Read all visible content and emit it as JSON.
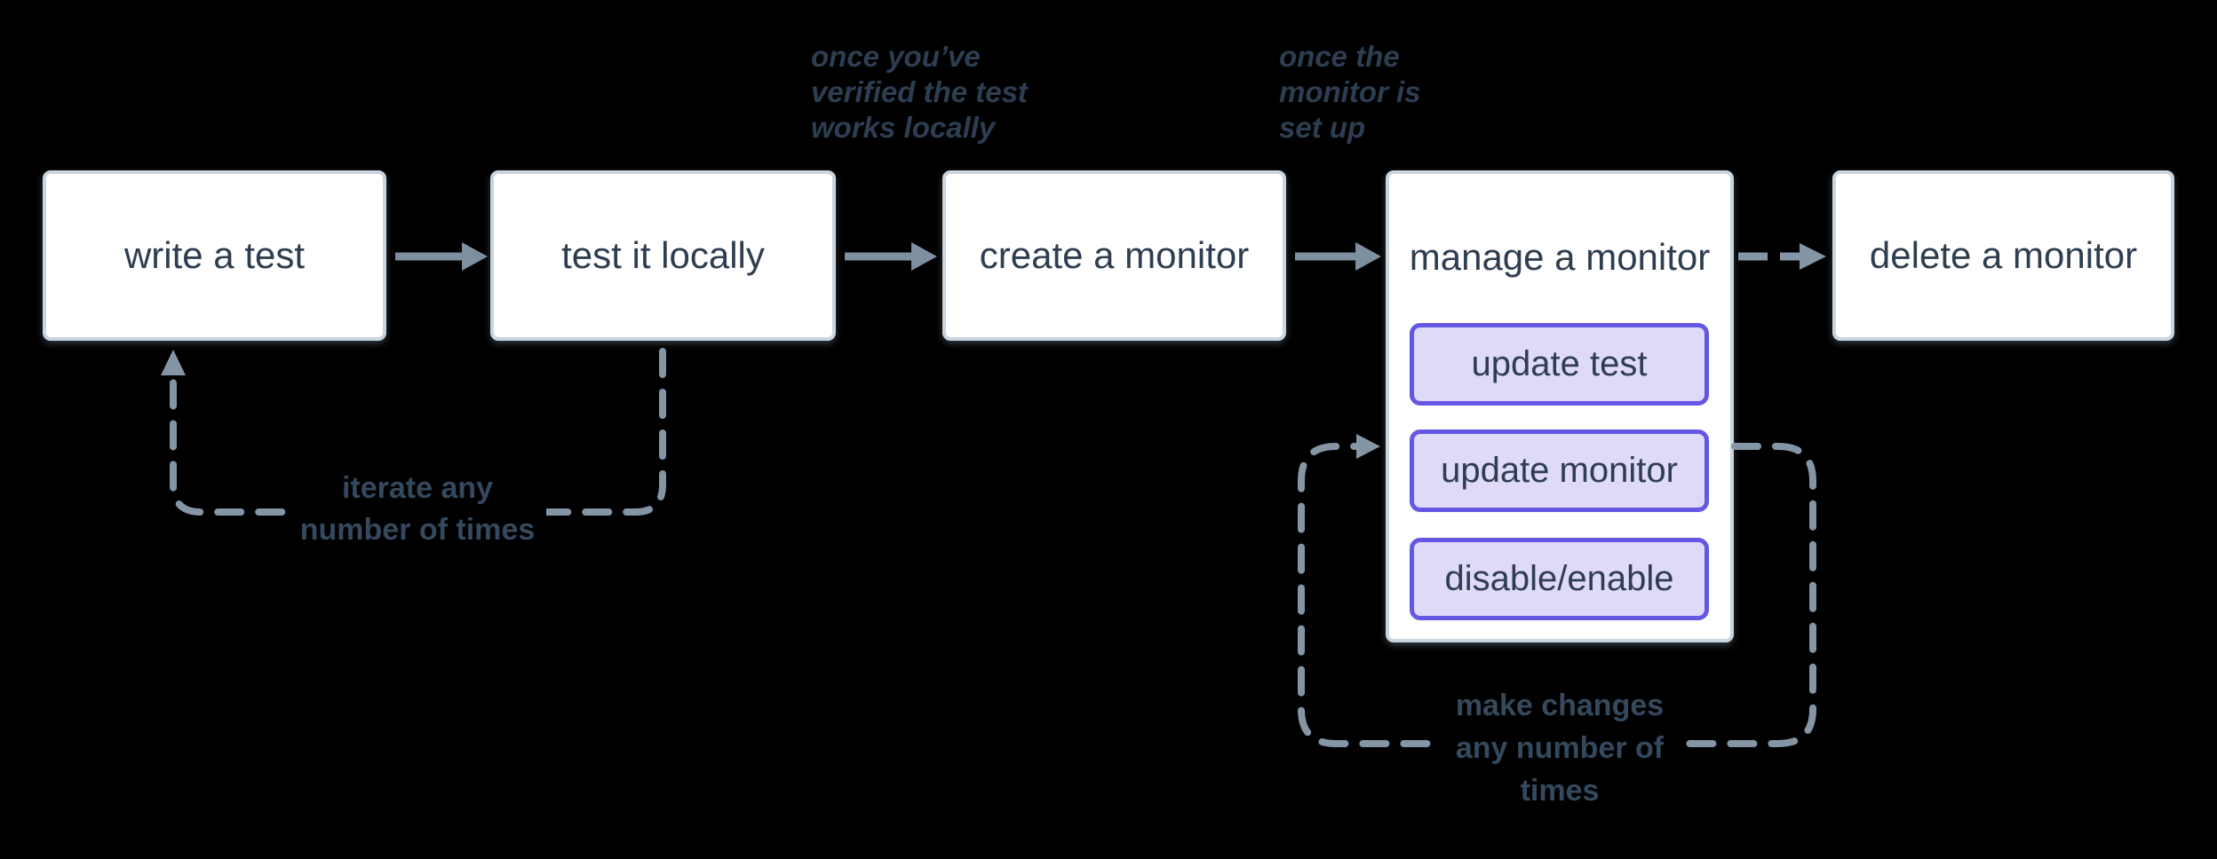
{
  "colors": {
    "background": "#000000",
    "node_fill": "#ffffff",
    "node_border": "#c9d5df",
    "node_text": "#2e3e50",
    "solid_arrow": "#7e8fa0",
    "dashed_arrow": "#8495a6",
    "sub_node_fill": "#dfdaf7",
    "sub_node_border": "#6357e4",
    "annotation_text": "#2d3e52",
    "loop_label_text": "#35495e"
  },
  "flow": {
    "nodes": [
      {
        "label": "write a test"
      },
      {
        "label": "test it locally"
      },
      {
        "label": "create a monitor"
      },
      {
        "label": "manage a monitor",
        "sub_nodes": [
          {
            "label": "update test"
          },
          {
            "label": "update monitor"
          },
          {
            "label": "disable/enable"
          }
        ]
      },
      {
        "label": "delete a monitor"
      }
    ],
    "annotations": {
      "verified": {
        "lines": [
          "once you’ve",
          "verified the test",
          "works locally"
        ]
      },
      "setup": {
        "lines": [
          "once the",
          "monitor is",
          "set up"
        ]
      },
      "iterate": {
        "lines": [
          "iterate any",
          "number of times"
        ]
      },
      "changes": {
        "lines": [
          "make changes",
          "any number of",
          "times"
        ]
      }
    }
  }
}
